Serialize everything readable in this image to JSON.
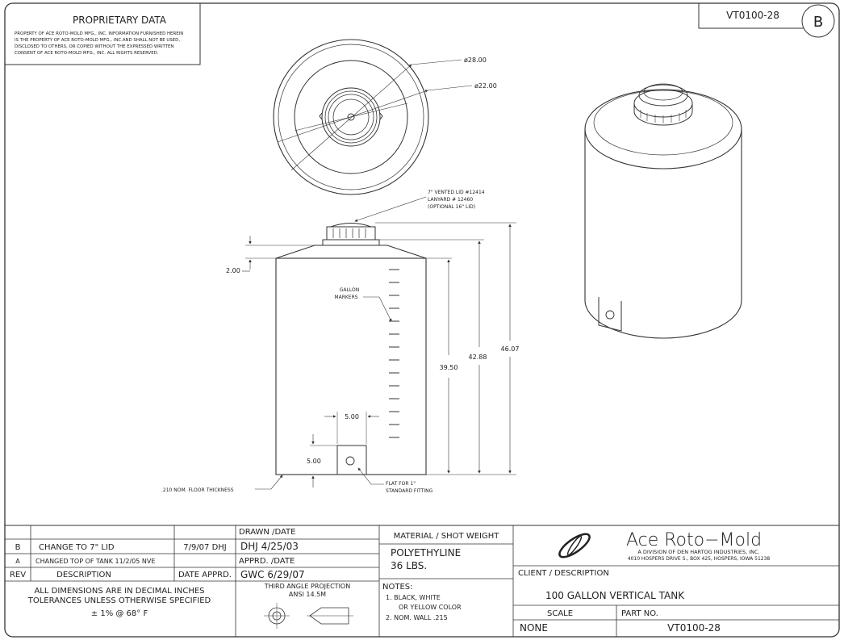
{
  "header": {
    "proprietary_title": "PROPRIETARY DATA",
    "proprietary_text": [
      "PROPERTY OF ACE ROTO-MOLD MFG., INC. INFORMATION FURNISHED HEREIN",
      "IS THE PROPERTY OF ACE ROTO-MOLD MFG., INC.AND SHALL NOT BE USED,",
      "DISCLOSED TO OTHERS, OR COPIED WITHOUT THE EXPRESSED WRITTEN",
      "CONSENT OF ACE ROTO-MOLD MFG., INC.  ALL RIGHTS RESERVED."
    ],
    "part_number": "VT0100-28",
    "revision": "B"
  },
  "top_view": {
    "dim_outer": "ø28.00",
    "dim_inner": "ø22.00"
  },
  "front_view": {
    "lid_note": [
      "7\" VENTED LID #12414",
      "LANYARD # 12460",
      "(OPTIONAL 16\" LID)"
    ],
    "dim_top_offset": "2.00",
    "gallon_markers_label": [
      "GALLON",
      "MARKERS"
    ],
    "dim_body_height": "39.50",
    "dim_to_lid_base": "42.88",
    "dim_overall_height": "46.07",
    "dim_flat_width": "5.00",
    "dim_flat_height": "5.00",
    "floor_note": ".210 NOM. FLOOR THICKNESS",
    "fitting_note": [
      "FLAT FOR 1\"",
      "STANDARD FITTING"
    ]
  },
  "title_block": {
    "revisions": [
      {
        "rev": "B",
        "description": "CHANGE TO 7\" LID",
        "date": "7/9/07 DHJ"
      },
      {
        "rev": "A",
        "description": "CHANGED TOP OF TANK   11/2/05 NVE",
        "date": ""
      }
    ],
    "rev_header": {
      "rev": "REV",
      "description": "DESCRIPTION",
      "date": "DATE APPRD."
    },
    "tolerance_lines": [
      "ALL DIMENSIONS ARE IN DECIMAL INCHES",
      "TOLERANCES UNLESS OTHERWISE SPECIFIED"
    ],
    "tolerance_value": "± 1%  @  68° F",
    "drawn_label": "DRAWN /DATE",
    "drawn_value": "DHJ  4/25/03",
    "approved_label": "APPRD. /DATE",
    "approved_value": "GWC  6/29/07",
    "projection_lines": [
      "THIRD ANGLE PROJECTION",
      "ANSI 14.5M"
    ],
    "material_label": "MATERIAL  /  SHOT WEIGHT",
    "material_lines": [
      "POLYETHYLINE",
      "36 LBS."
    ],
    "notes_label": "NOTES:",
    "notes_lines": [
      "1. BLACK, WHITE",
      "OR YELLOW COLOR",
      "2. NOM. WALL .215"
    ],
    "company_name": "Ace  Roto−Mold",
    "company_sub1": "A  DIVISION  OF  DEN  HARTOG  INDUSTRIES,  INC.",
    "company_sub2": "4010  HOSPERS  DRIVE  S.,  BOX  425,  HOSPERS,  IOWA  51238",
    "client_label": "CLIENT  /  DESCRIPTION",
    "client_value": "100 GALLON VERTICAL TANK",
    "scale_label": "SCALE",
    "scale_value": "NONE",
    "part_label": "PART NO.",
    "part_value": "VT0100-28"
  }
}
